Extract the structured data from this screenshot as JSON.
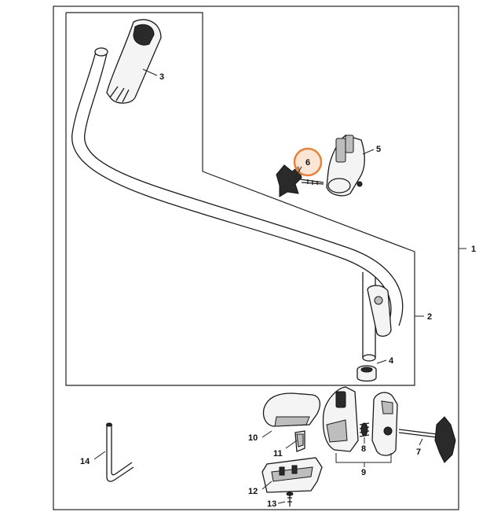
{
  "highlight_color": "#e8823a",
  "labels": {
    "p1": "1",
    "p2": "2",
    "p3": "3",
    "p4": "4",
    "p5": "5",
    "p6": "6",
    "p7": "7",
    "p8": "8",
    "p9": "9",
    "p10": "10",
    "p11": "11",
    "p12": "12",
    "p13": "13",
    "p14": "14"
  }
}
